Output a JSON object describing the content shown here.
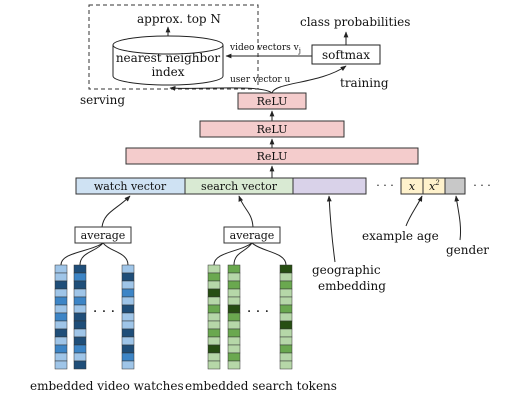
{
  "serving": {
    "top_label": "approx. top N",
    "nn_label_1": "nearest neighbor",
    "nn_label_2": "index",
    "section_label": "serving"
  },
  "training": {
    "class_probabilities": "class probabilities",
    "softmax": "softmax",
    "section_label": "training",
    "video_vectors_label": "video vectors v",
    "video_vectors_sub": "j",
    "user_vector_label": "user vector u"
  },
  "relu_layers": [
    "ReLU",
    "ReLU",
    "ReLU"
  ],
  "input_row": {
    "watch_vector": "watch vector",
    "search_vector": "search vector",
    "ellipsis": "· · ·",
    "x": "x",
    "x2_base": "x",
    "x2_exp": "2",
    "ellipsis_end": "· · ·"
  },
  "averages": [
    "average",
    "average"
  ],
  "annotations": {
    "geographic_1": "geographic",
    "geographic_2": "embedding",
    "example_age": "example age",
    "gender": "gender"
  },
  "embeddings": {
    "videos_label": "embedded video watches",
    "search_label": "embedded search tokens",
    "dots": "· · ·"
  },
  "colors": {
    "relu_fill": "#f4cccc",
    "watch_fill": "#cfe2f3",
    "search_fill": "#d9ead3",
    "geo_fill": "#d9d2e9",
    "age_fill": "#fff2cc",
    "gender_fill": "#c8c8c8",
    "blue_dark": "#1f4e79",
    "blue_mid": "#3d85c6",
    "blue_light": "#9fc5e8",
    "green_dark": "#274e13",
    "green_mid": "#6aa84f",
    "green_light": "#b6d7a8"
  }
}
